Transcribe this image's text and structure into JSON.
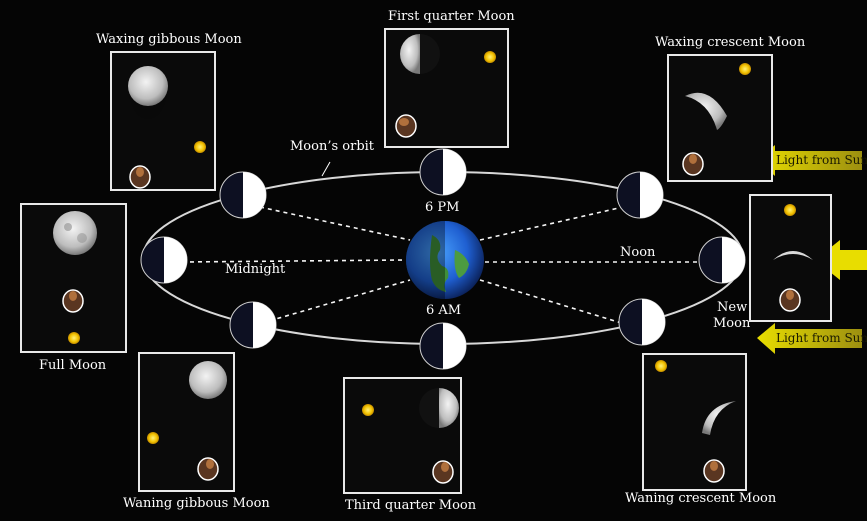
{
  "title": "",
  "phases": {
    "first_quarter": "First quarter Moon",
    "waxing_gibbous": "Waxing gibbous Moon",
    "waxing_crescent": "Waxing crescent Moon",
    "full": "Full Moon",
    "new_line1": "New",
    "new_line2": "Moon",
    "waning_gibbous": "Waning gibbous Moon",
    "third_quarter": "Third quarter Moon",
    "waning_crescent": "Waning crescent Moon"
  },
  "orbit_label": "Moon’s orbit",
  "times": {
    "pm6": "6 PM",
    "am6": "6 AM",
    "midnight": "Midnight",
    "noon": "Noon"
  },
  "sunlight": {
    "upper": "Light from Sun",
    "lower": "Light from Sun"
  },
  "colors": {
    "background": "#050505",
    "panel_border": "#e9e9e9",
    "sun": "#f2c200",
    "arrow": "#e8dd00",
    "orbit": "#d8d8d8"
  }
}
